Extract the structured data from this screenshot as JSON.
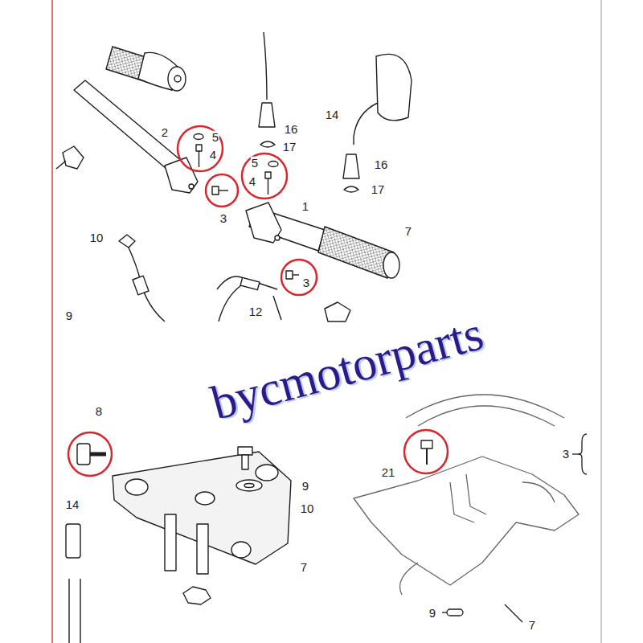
{
  "diagram": {
    "labels": [
      "2",
      "5",
      "4",
      "5",
      "4",
      "3",
      "16",
      "17",
      "14",
      "16",
      "17",
      "1",
      "7",
      "10",
      "3",
      "9",
      "12",
      "bycmotorparts",
      "8",
      "9",
      "14",
      "10",
      "7",
      "21",
      "3",
      "9",
      "7"
    ]
  }
}
